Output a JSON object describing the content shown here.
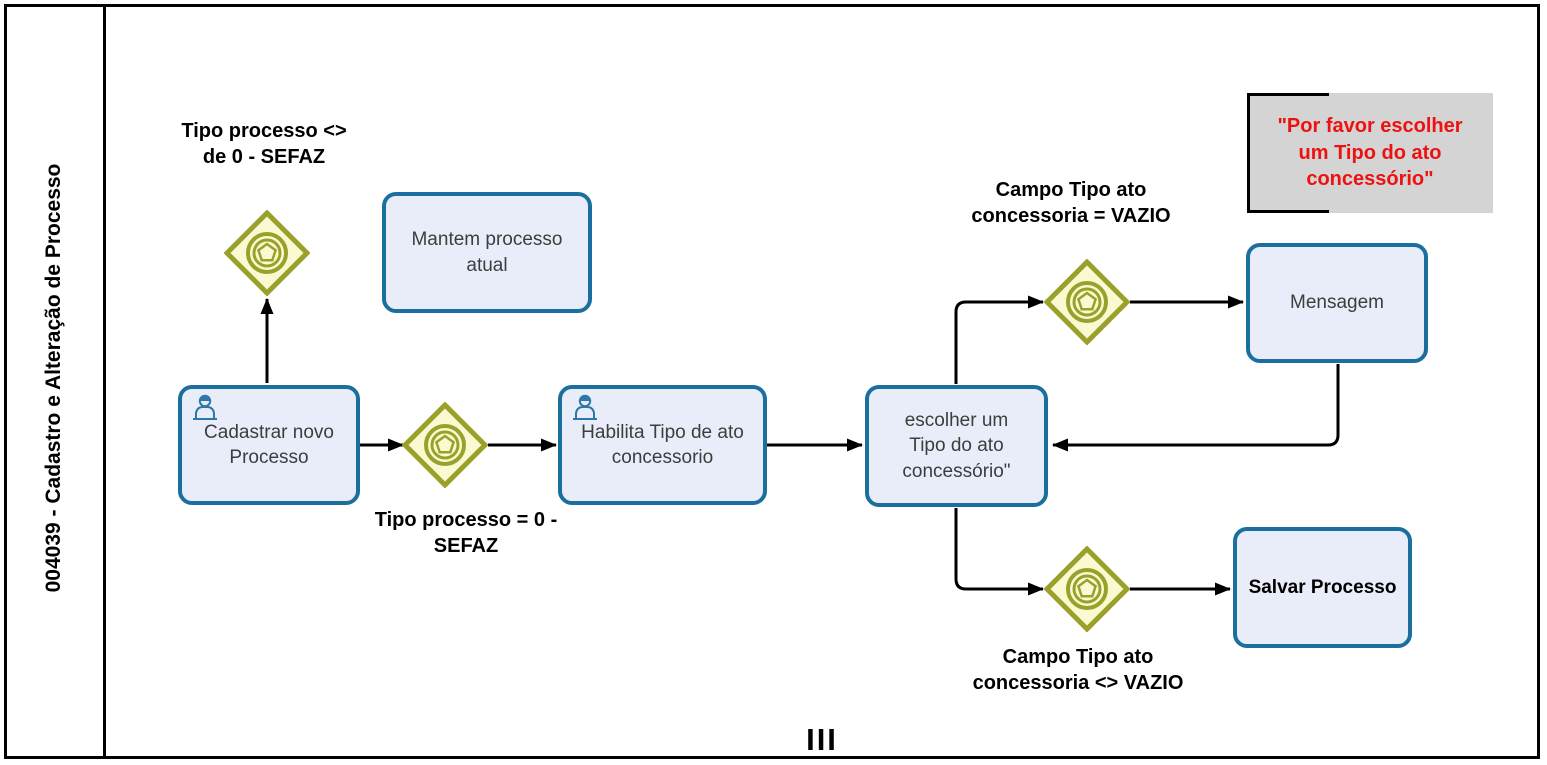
{
  "pool": {
    "lane_title": "004039 - Cadastro e Alteração de Processo",
    "loop_marker": "III"
  },
  "tasks": {
    "cadastrar": {
      "label": "Cadastrar  novo\nProcesso"
    },
    "mantem": {
      "label": "Mantem processo\natual"
    },
    "habilita": {
      "label": "Habilita Tipo de ato\nconcessorio"
    },
    "escolher": {
      "label": "escolher um\nTipo do ato\nconcessório\""
    },
    "mensagem": {
      "label": "Mensagem"
    },
    "salvar": {
      "label": "Salvar Processo"
    }
  },
  "flow_labels": {
    "tipo_processo_diferente": "Tipo processo <>\nde 0 - SEFAZ",
    "tipo_processo_igual": "Tipo processo  = 0 -\nSEFAZ",
    "campo_vazio": "Campo Tipo ato\nconcessoria = VAZIO",
    "campo_nao_vazio": "Campo Tipo ato\nconcessoria <> VAZIO"
  },
  "annotation": {
    "text": "\"Por favor escolher\num Tipo do ato\nconcessório\""
  },
  "colors": {
    "task_border": "#1B6F9E",
    "task_fill": "#E9EDFA",
    "gateway_stroke": "#9AA12B",
    "gateway_fill": "#FAFAD2",
    "annotation_bg": "#D4D4D4",
    "annotation_text": "#EE1111",
    "connector": "#000000"
  }
}
